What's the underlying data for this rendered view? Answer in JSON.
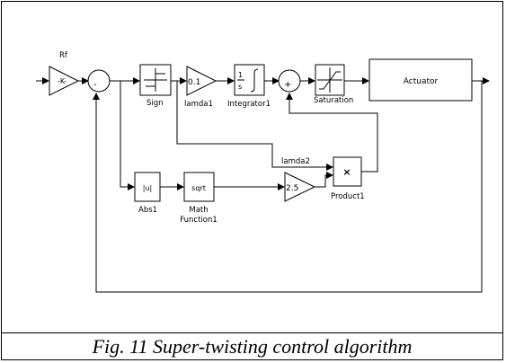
{
  "blocks": {
    "gain_rf": {
      "label": "Rf",
      "symbol": "-K-"
    },
    "sum1": {
      "signs": "-"
    },
    "sign": {
      "label": "Sign"
    },
    "lamda1": {
      "label": "lamda1",
      "value": "0.1"
    },
    "integrator": {
      "label": "Integrator1",
      "num": "1",
      "den": "s"
    },
    "sum2": {
      "signs": "+"
    },
    "saturation": {
      "label": "Saturation"
    },
    "actuator": {
      "label": "Actuator"
    },
    "abs": {
      "label": "Abs1",
      "symbol": "|u|"
    },
    "sqrt": {
      "label1": "Math",
      "label2": "Function1",
      "symbol": "sqrt"
    },
    "lamda2": {
      "label": "lamda2",
      "value": "2.5"
    },
    "product": {
      "label": "Product1",
      "symbol": "×"
    }
  },
  "caption": "Fig. 11 Super-twisting control algorithm"
}
